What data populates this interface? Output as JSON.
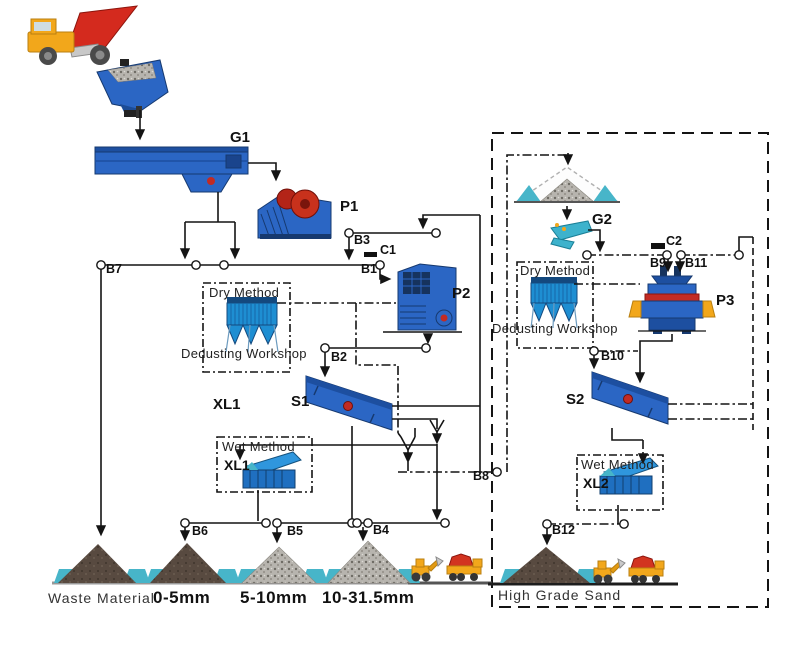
{
  "tags": {
    "b1": "B1",
    "b2": "B2",
    "b3": "B3",
    "b4": "B4",
    "b5": "B5",
    "b6": "B6",
    "b7": "B7",
    "b8": "B8",
    "b9": "B9",
    "b10": "B10",
    "b11": "B11",
    "b12": "B12",
    "c1": "C1",
    "c2": "C2"
  },
  "equipment": {
    "g1": "G1",
    "g2": "G2",
    "p1": "P1",
    "p2": "P2",
    "p3": "P3",
    "s1": "S1",
    "s2": "S2",
    "xl1": "XL1",
    "xl2": "XL2"
  },
  "boxes": {
    "dedusting_left": {
      "method": "Dry Method",
      "workshop": "Dedusting Workshop"
    },
    "dedusting_right": {
      "method": "Dry Method",
      "workshop": "Dedusting Workshop"
    },
    "washing_left": {
      "method": "Wet Method",
      "unit": "XL1"
    },
    "washing_right": {
      "method": "Wet Method",
      "unit": "XL2"
    }
  },
  "outputs": {
    "waste": "Waste Material",
    "fraction_fine": "0-5mm",
    "fraction_mid": "5-10mm",
    "fraction_coarse": "10-31.5mm",
    "sand": "High Grade Sand"
  },
  "icons": {
    "dump_truck": "dump-truck-icon",
    "hopper": "feed-hopper-icon",
    "vibrating_feeder": "vibrating-feeder-icon",
    "jaw_crusher": "jaw-crusher-icon",
    "impact_crusher": "impact-crusher-icon",
    "sand_maker": "vsi-crusher-icon",
    "dust_collector": "dust-collector-icon",
    "screen": "vibrating-screen-icon",
    "sand_washer": "sand-washer-icon",
    "stockpile_shed": "covered-stockpile-icon",
    "wheel_loader": "wheel-loader-icon",
    "haul_truck": "haul-truck-icon",
    "stockpile": "stockpile-icon"
  },
  "colors": {
    "machine_blue": "#2b66c4",
    "machine_blue_dark": "#16396f",
    "collector_blue": "#1e8ed2",
    "accent_red": "#c22b24",
    "vehicle_yellow": "#f2a71b",
    "teal": "#47b5c9",
    "pile_dark": "#584a40",
    "gravel_gray": "#b7b4ae",
    "line": "#141414"
  }
}
